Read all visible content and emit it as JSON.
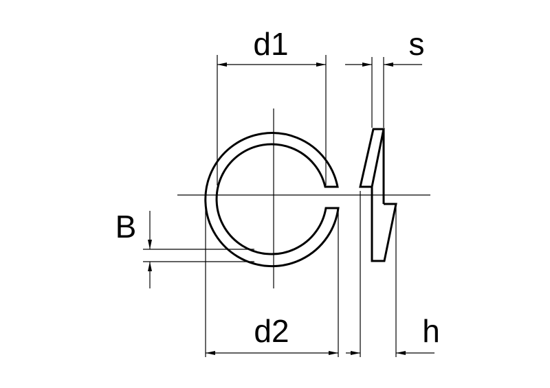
{
  "diagram": {
    "subject": "spring lock washer",
    "labels": {
      "d1": "d1",
      "d2": "d2",
      "s": "s",
      "h": "h",
      "B": "B"
    },
    "colors": {
      "line": "#000000",
      "background": "#ffffff"
    }
  }
}
